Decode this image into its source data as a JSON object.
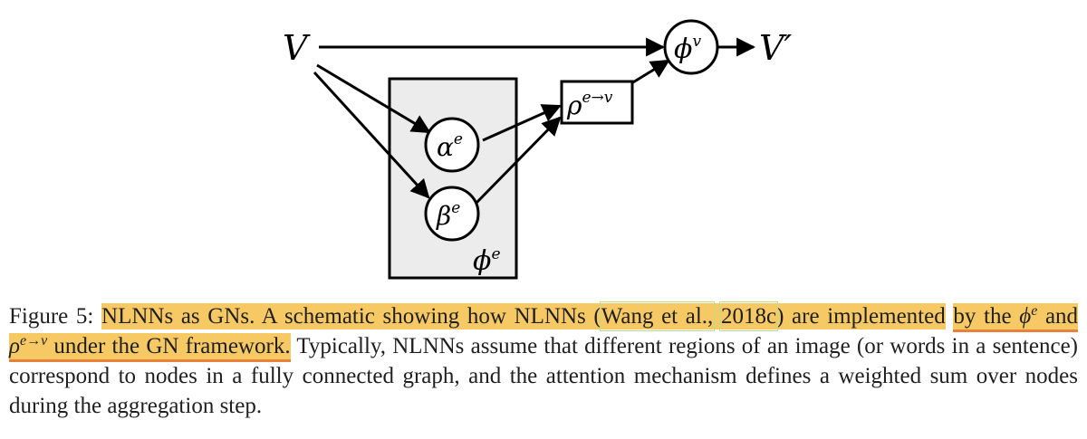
{
  "diagram": {
    "node_V": "V",
    "node_V_prime": "V′",
    "node_phi_v": {
      "base": "ϕ",
      "sup": "v"
    },
    "node_rho": {
      "base": "ρ",
      "sup": "e→v"
    },
    "node_alpha": {
      "base": "α",
      "sup": "e"
    },
    "node_beta": {
      "base": "β",
      "sup": "e"
    },
    "box_phi_e": {
      "base": "ϕ",
      "sup": "e"
    },
    "box_fill": "#ececec"
  },
  "caption": {
    "figure_label": "Figure 5:",
    "hl_1": "NLNNs as GNs.",
    "hl_2": "A schematic showing how NLNNs (",
    "cite_1": "Wang et al.,",
    "cite_2": "2018c",
    "hl_3": ") are implemented",
    "hl_4a": "by the",
    "phi": "ϕ",
    "phi_sup": "e",
    "and": "and",
    "rho": "ρ",
    "rho_sup": "e→v",
    "hl_4b": "under the GN framework.",
    "rest": "Typically, NLNNs assume that different regions of an image (or words in a sentence) correspond to nodes in a fully connected graph, and the attention mechanism defines a weighted sum over nodes during the aggregation step."
  },
  "colors": {
    "highlight": "#f7c964",
    "highlight_underline": "#e8823a",
    "citation_box": "#b8e08c"
  }
}
